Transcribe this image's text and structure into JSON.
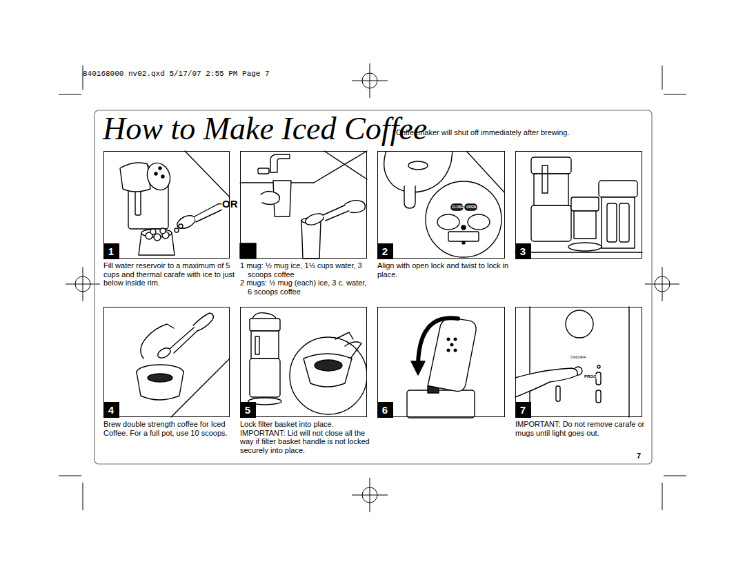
{
  "diagram": {
    "title": "How to Make Iced Coffee",
    "nodes": [
      {
        "text": [
          "Fill water reservoir to a maximum of 5 cups and thermal carafe with ice to just below inside rim."
        ]
      },
      {
        "text": [
          "1"
        ],
        "in": 0
      },
      {
        "text": [
          "1 mug: ½ mug ice, 1½ cups water, 3 scoops coffee",
          "2 mugs: ½ mug (each) ice, 3 c. water, 6 scoops coffee"
        ]
      },
      {
        "text": [
          "Align with open lock and twist to lock in place."
        ]
      },
      {
        "text": [
          "2"
        ],
        "in": 3
      },
      {
        "text": []
      },
      {
        "text": [
          "3"
        ],
        "in": 5
      },
      {
        "text": [
          "Brew double strength coffee for Iced Coffee. For a full pot, use 10 scoops."
        ]
      },
      {
        "text": [
          "4"
        ],
        "in": 7
      },
      {
        "text": [
          "Lock filter basket into place.",
          "IMPORTANT: Lid will not close all the way if filter basket handle is not locked securely into place."
        ]
      },
      {
        "text": [
          "5"
        ],
        "in": 9
      },
      {
        "text": []
      },
      {
        "text": [
          "6"
        ],
        "in": 11
      },
      {
        "text": [
          "IMPORTANT: Do not remove carafe or mugs until light goes out."
        ]
      },
      {
        "text": [
          "7"
        ],
        "in": 13
      }
    ],
    "labels": [
      "840168000 nv02.qxd 5/17/07 2:55 PM Page 7",
      "Coffeemaker will shut off immediately after brewing.",
      "OR",
      "CLOSE",
      "OPEN",
      "ON/OFF",
      "PROG",
      "7"
    ]
  }
}
